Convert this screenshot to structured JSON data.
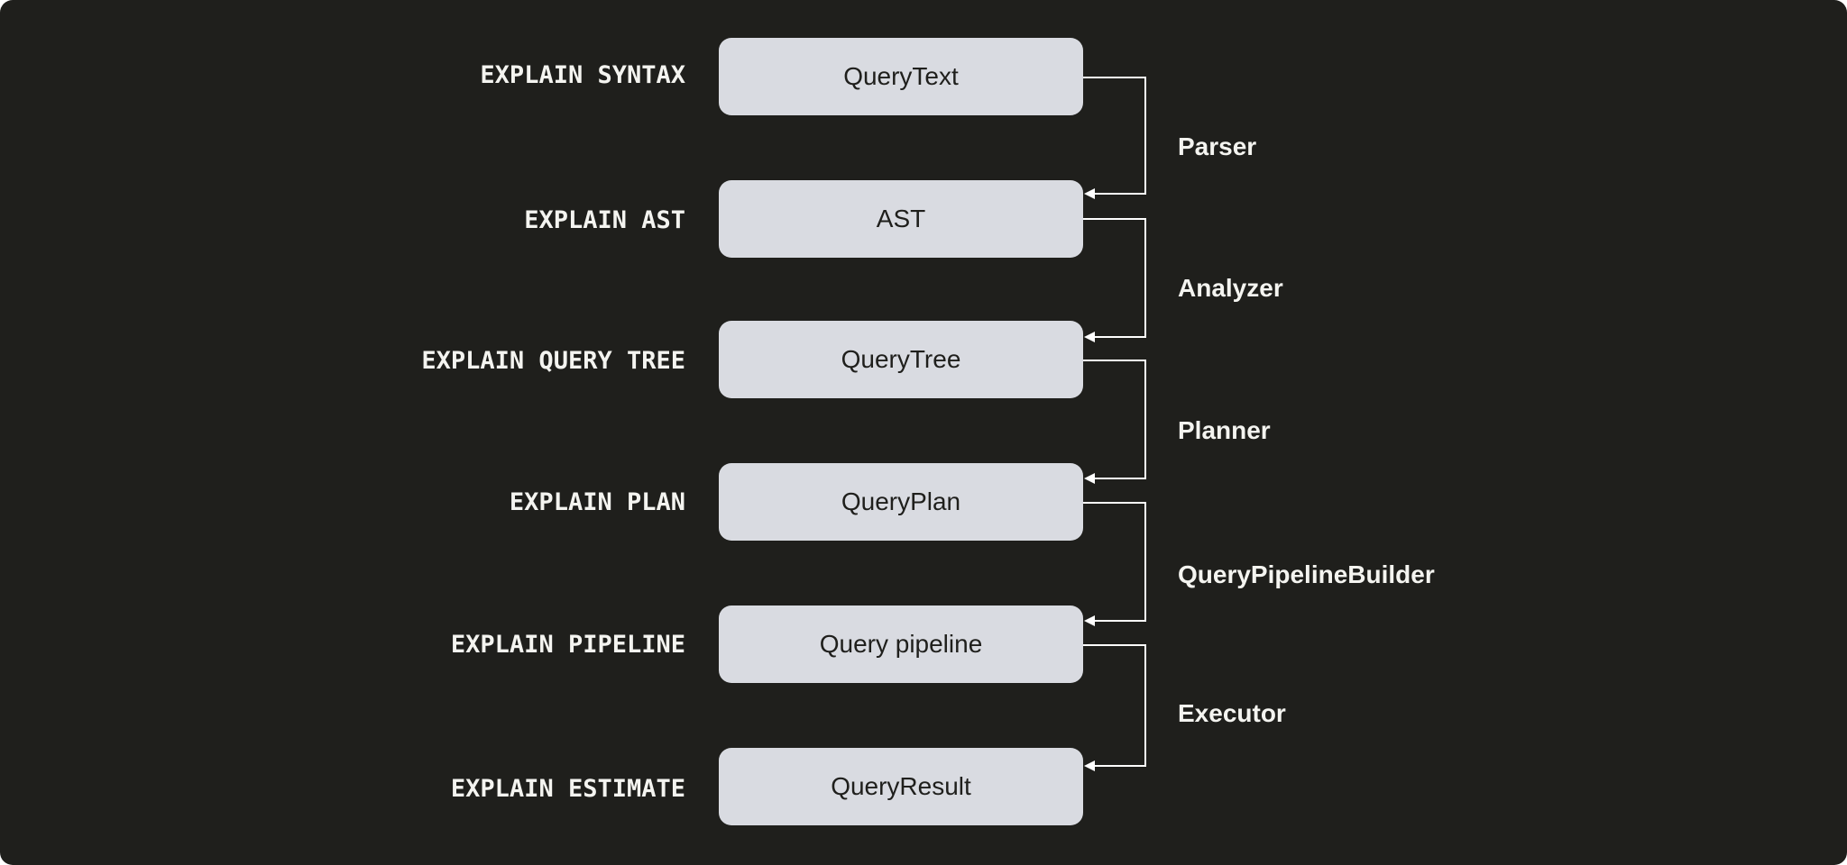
{
  "stages": [
    {
      "explain": "EXPLAIN SYNTAX",
      "name": "QueryText"
    },
    {
      "explain": "EXPLAIN AST",
      "name": "AST"
    },
    {
      "explain": "EXPLAIN QUERY TREE",
      "name": "QueryTree"
    },
    {
      "explain": "EXPLAIN PLAN",
      "name": "QueryPlan"
    },
    {
      "explain": "EXPLAIN PIPELINE",
      "name": "Query pipeline"
    },
    {
      "explain": "EXPLAIN ESTIMATE",
      "name": "QueryResult"
    }
  ],
  "components": [
    "Parser",
    "Analyzer",
    "Planner",
    "QueryPipelineBuilder",
    "Executor"
  ],
  "colors": {
    "background": "#1f1f1c",
    "box": "#d9dbe1",
    "box_text": "#1f1f1c",
    "label_text": "#f4f4f0",
    "connector": "#ffffff"
  }
}
